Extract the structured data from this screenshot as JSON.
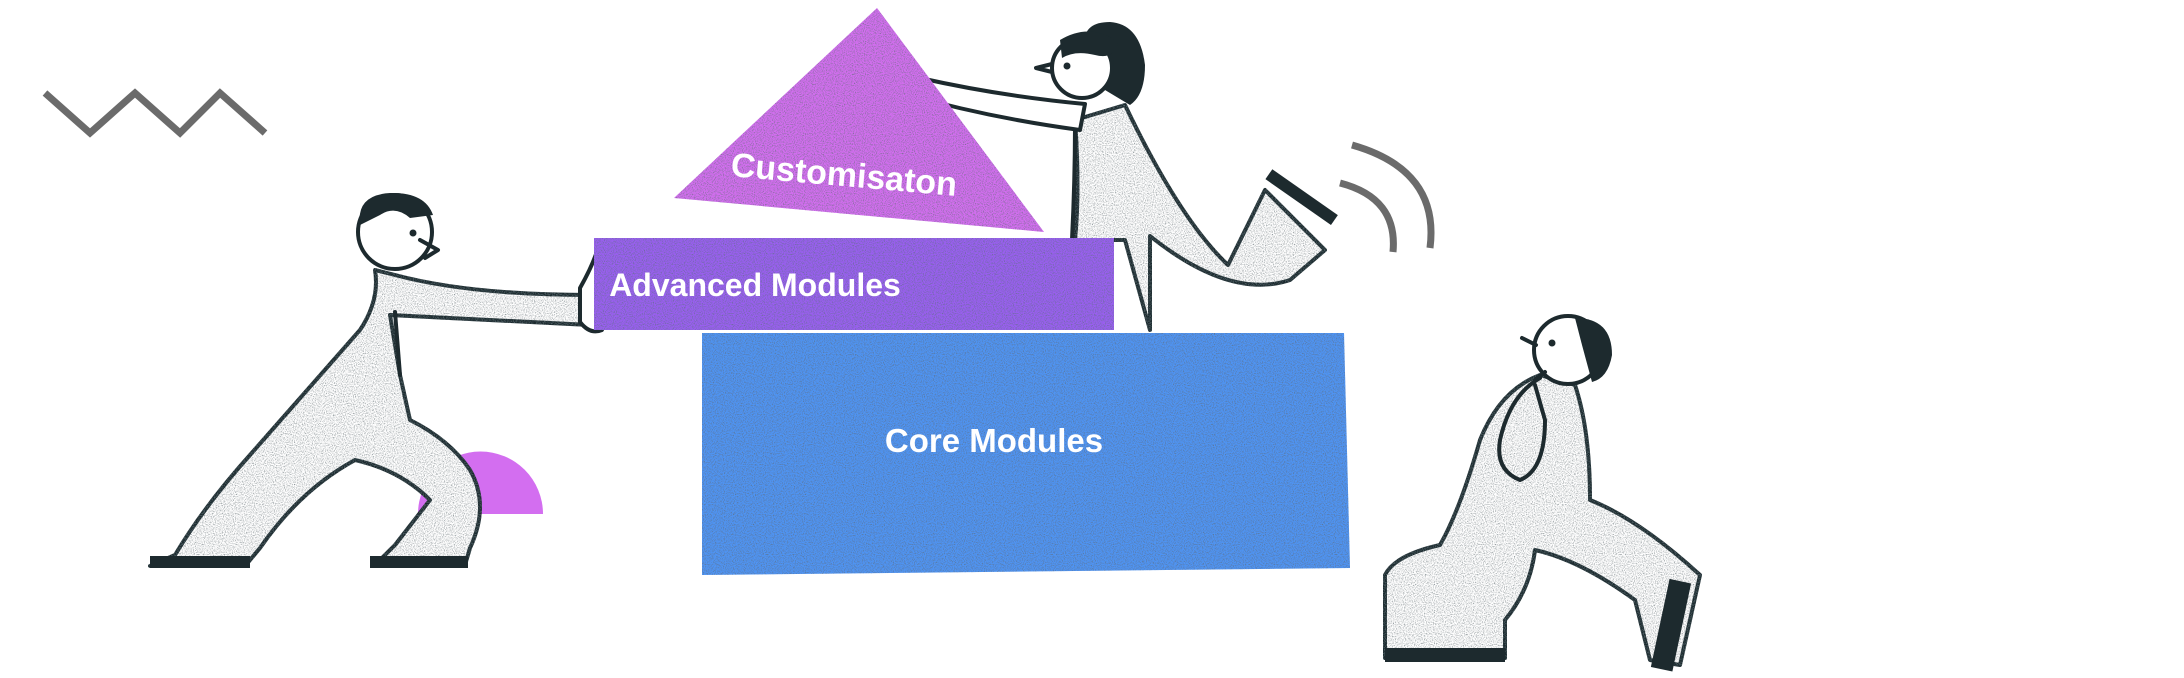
{
  "layers": {
    "top_label": "Customisaton",
    "middle_label": "Advanced Modules",
    "bottom_label": "Core Modules"
  },
  "colors": {
    "customisation": "#d36ef0",
    "advanced": "#9a5ef0",
    "core": "#4f94f3",
    "ink": "#1d2a2e",
    "decoration_gray": "#6b6b6b"
  }
}
